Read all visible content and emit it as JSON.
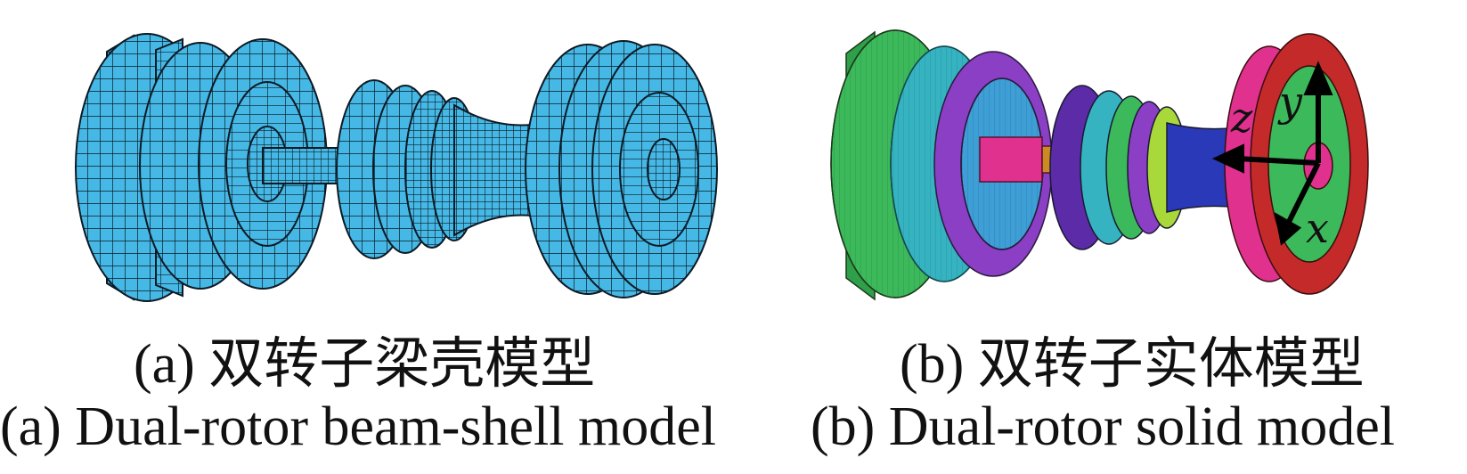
{
  "panels": [
    {
      "id": "a",
      "caption_cn": "(a)  双转子梁壳模型",
      "caption_en": "(a)  Dual-rotor beam-shell model",
      "mesh_color": "#45b8e6"
    },
    {
      "id": "b",
      "caption_cn": "(b)  双转子实体模型",
      "caption_en": "(b)  Dual-rotor solid model",
      "axes": {
        "x": "x",
        "y": "y",
        "z": "z"
      },
      "part_colors": [
        "#3cb95a",
        "#36b3c1",
        "#8a3fc4",
        "#3d9fd6",
        "#e0318f",
        "#cc8a22",
        "#5b2ba8",
        "#a8d83a",
        "#2a39b8",
        "#c42a2a"
      ]
    }
  ]
}
